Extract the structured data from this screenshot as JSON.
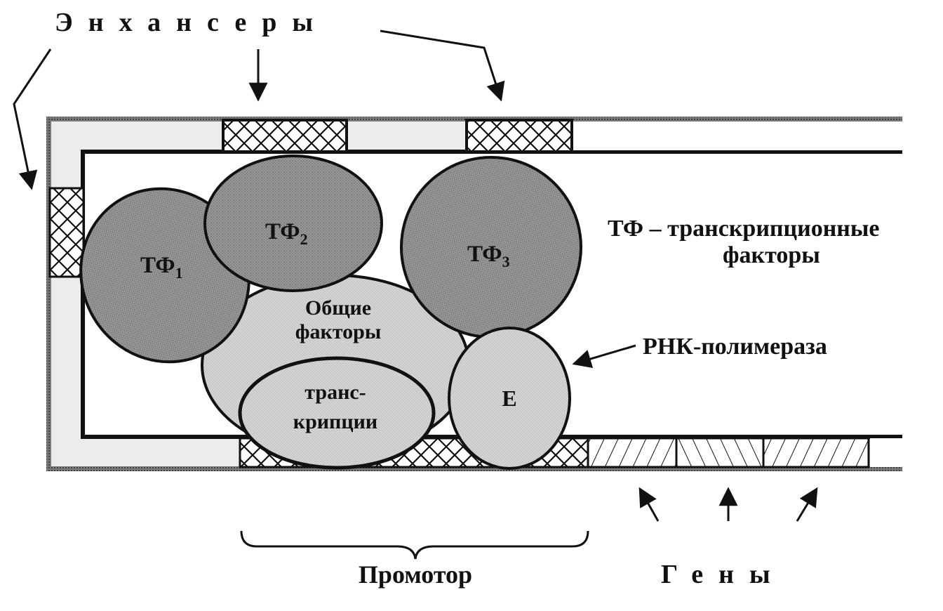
{
  "labels": {
    "enhancers": "Энхансеры",
    "tf1": "ТФ",
    "tf1_sub": "1",
    "tf2": "ТФ",
    "tf2_sub": "2",
    "tf3": "ТФ",
    "tf3_sub": "3",
    "general_factors_line1": "Общие",
    "general_factors_line2": "факторы",
    "transcription_line1": "транс-",
    "transcription_line2": "крипции",
    "polymerase_letter": "Е",
    "tf_definition_line1": "ТФ – транскрипционные",
    "tf_definition_line2": "факторы",
    "rna_polymerase": "РНК-полимераза",
    "promoter": "Промотор",
    "genes": "Гены"
  },
  "colors": {
    "stroke": "#111111",
    "tf_fill": "#8f8f8f",
    "general_fill": "#cfcfcf",
    "dna_fill": "#e6e6e6"
  }
}
